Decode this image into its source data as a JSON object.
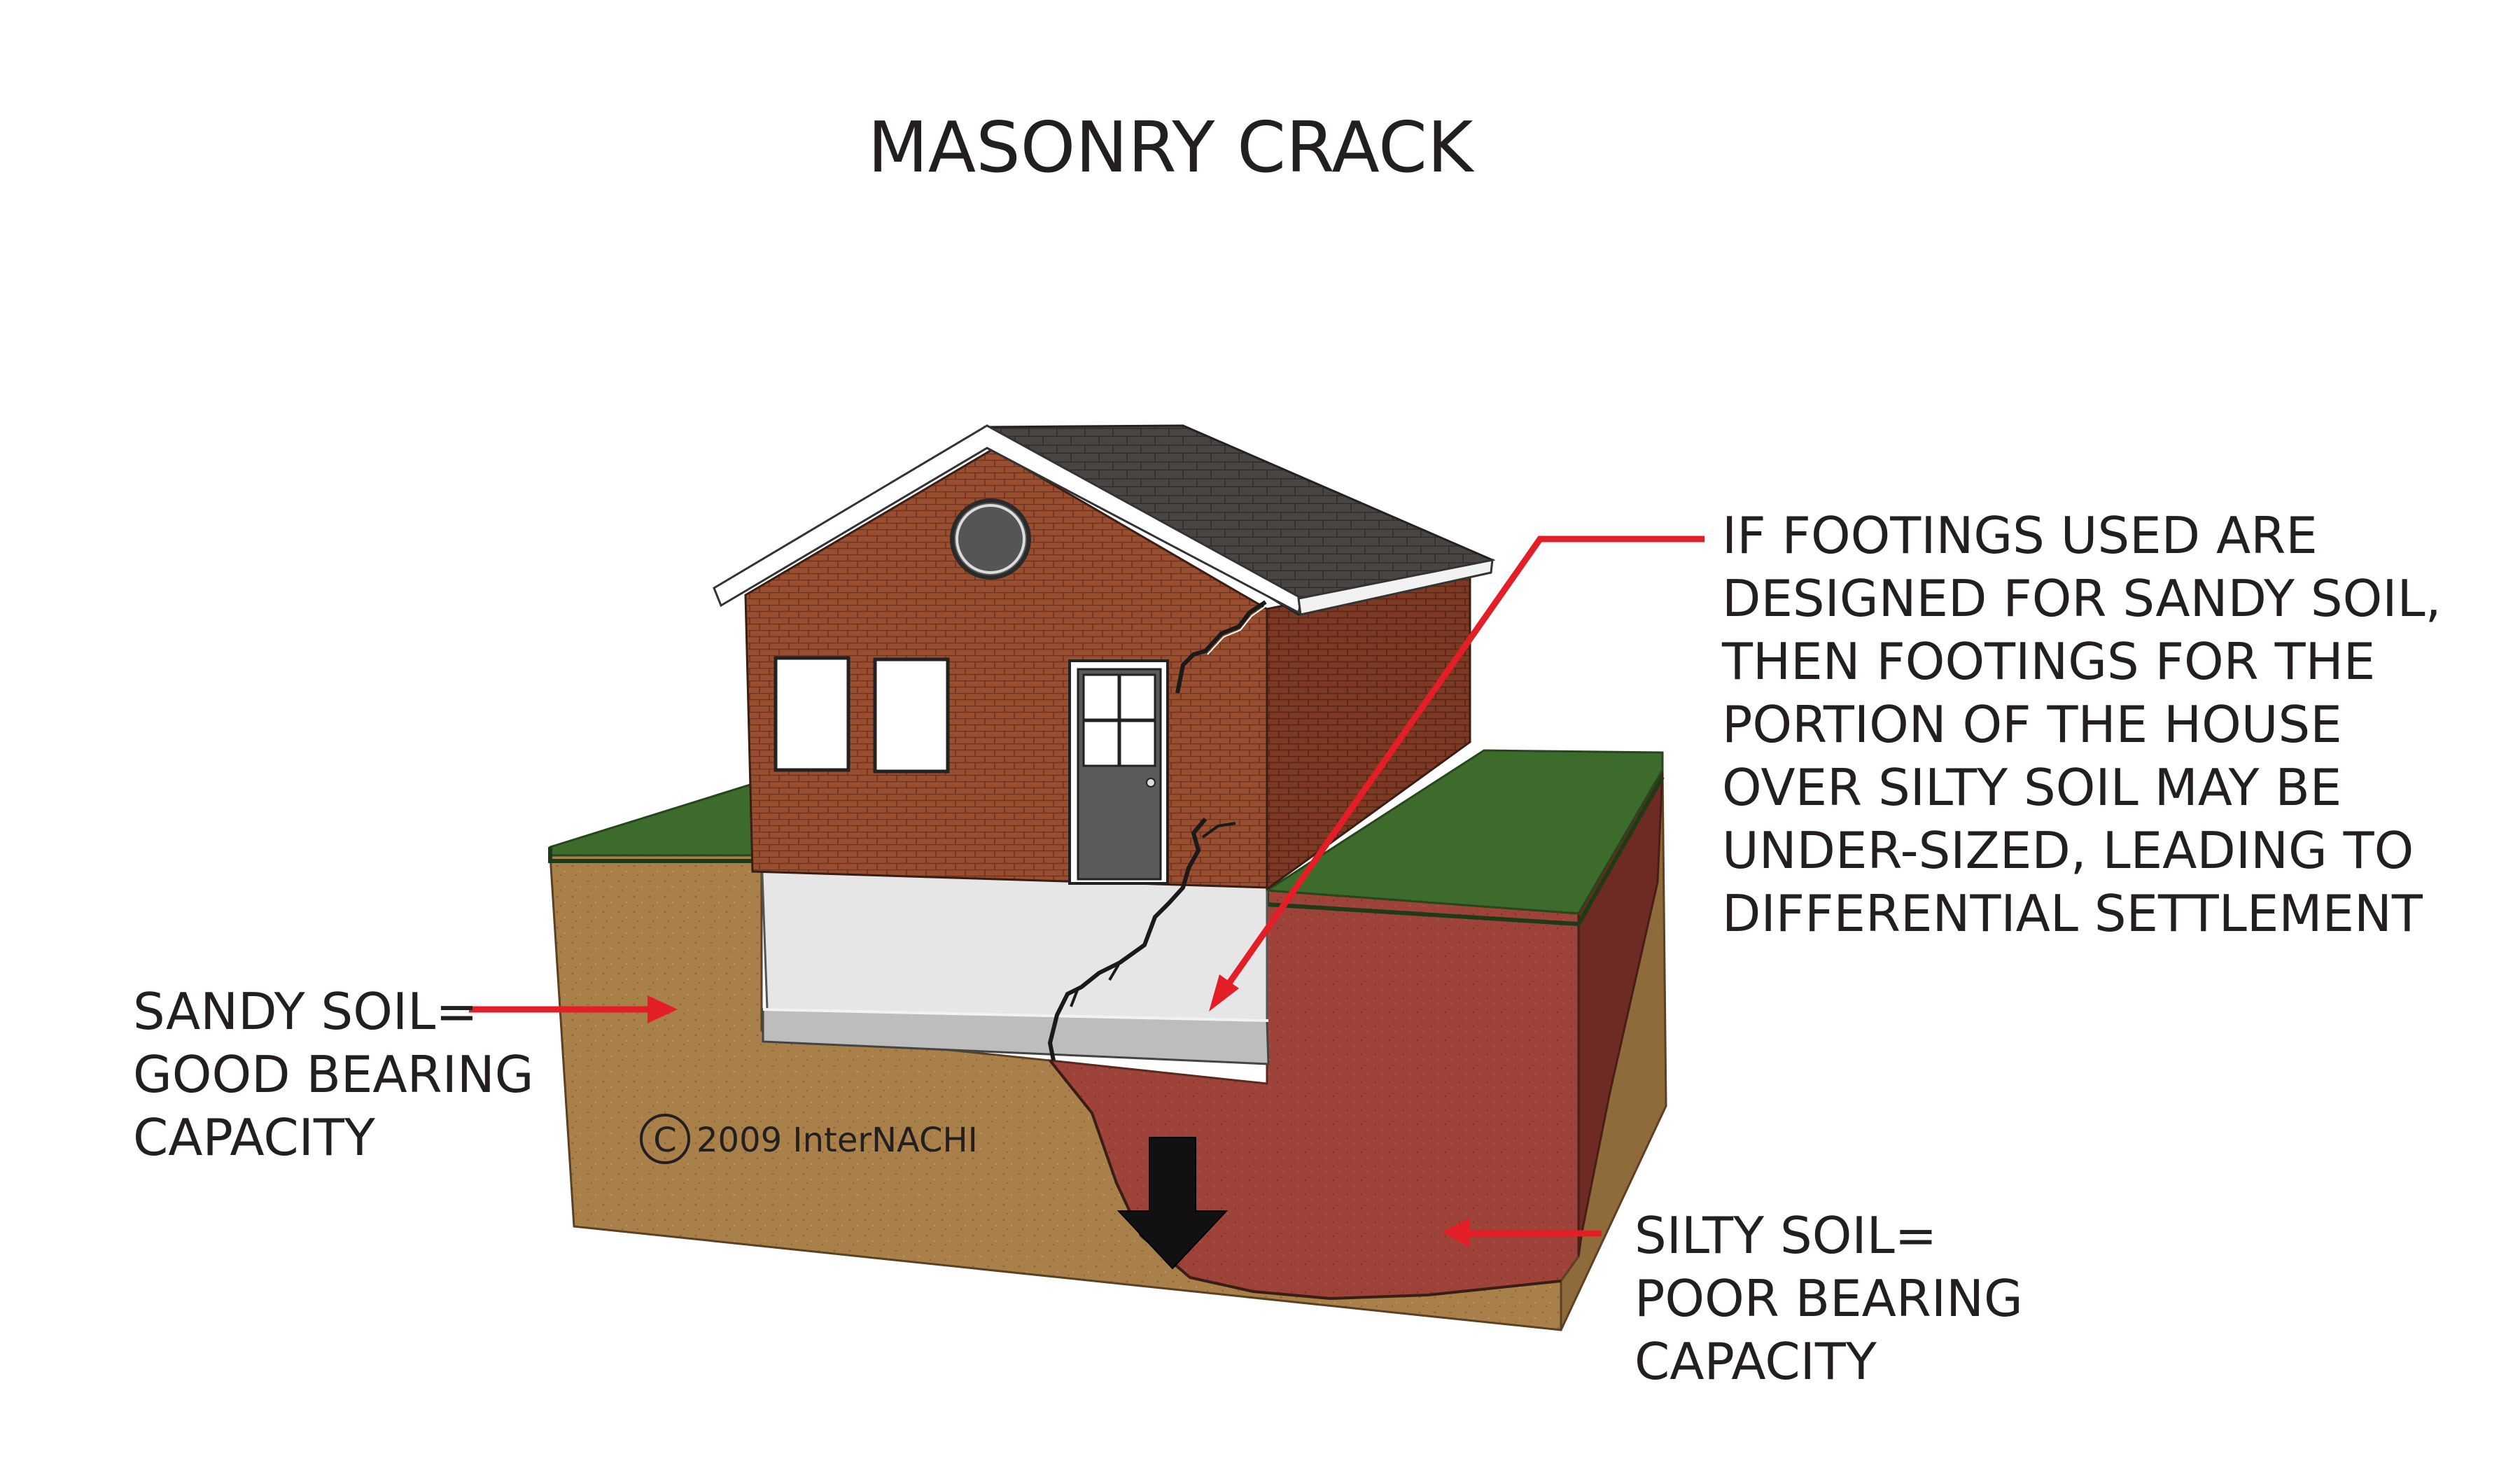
{
  "title": "MASONRY CRACK",
  "labels": {
    "footing_note": [
      "IF FOOTINGS USED ARE",
      "DESIGNED FOR SANDY SOIL,",
      "THEN FOOTINGS FOR THE",
      "PORTION OF THE HOUSE",
      "OVER SILTY SOIL MAY BE",
      "UNDER-SIZED, LEADING TO",
      "DIFFERENTIAL SETTLEMENT"
    ],
    "sandy_soil": [
      "SANDY SOIL=",
      "GOOD BEARING",
      "CAPACITY"
    ],
    "silty_soil": [
      "SILTY SOIL=",
      "POOR BEARING",
      "CAPACITY"
    ]
  },
  "copyright": {
    "symbol": "C",
    "text": "2009  InterNACHI"
  },
  "colors": {
    "sandy_soil": "#a9804a",
    "silty_soil": "#9e4339",
    "grass": "#3c6b2c",
    "brick": "#9a4e30",
    "roof": "#4a4442",
    "foundation": "#e6e6e6",
    "arrow_red": "#e41e26",
    "text": "#231f20"
  }
}
